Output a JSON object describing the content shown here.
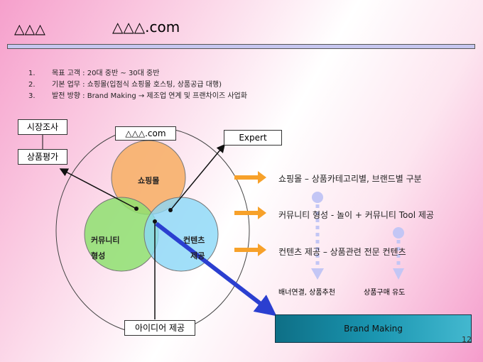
{
  "header": {
    "left_title": "△△△",
    "title": "△△△.com"
  },
  "list": [
    {
      "num": "1.",
      "text": "목표 고객 : 20대 중반 ~ 30대 중반"
    },
    {
      "num": "2.",
      "text": "기본 업무 : 쇼핑몰(입점식 쇼핑몰 호스팅, 상품공급 대행)"
    },
    {
      "num": "3.",
      "text": "발전 방향 : Brand Making → 제조업 연계 및 프랜차이즈 사업화"
    }
  ],
  "diagram": {
    "market_research": "시장조사",
    "product_eval": "상품평가",
    "site_label": "△△△.com",
    "expert": "Expert",
    "idea": "아이디어 제공",
    "circle_shop": "쇼핑몰",
    "circle_community": "커뮤니티\n형성",
    "circle_content": "컨텐츠\n제공",
    "right_items": [
      "쇼핑몰 – 상품카테고리별, 브랜드별 구분",
      "커뮤니티 형성 - 놀이 + 커뮤니티 Tool 제공",
      "컨텐츠 제공 – 상품관련 전문 컨텐츠"
    ],
    "banner": "배너연결, 상품추천",
    "purchase": "상품구매 유도",
    "brand_making": "Brand Making"
  },
  "page_number": "12"
}
